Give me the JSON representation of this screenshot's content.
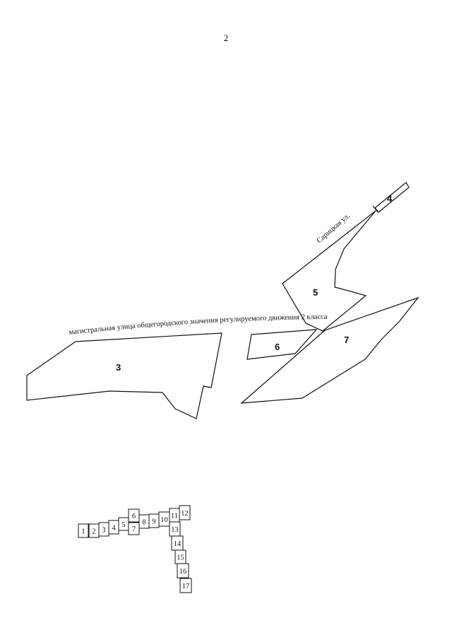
{
  "page_number": "2",
  "colors": {
    "ink": "#111111",
    "paper": "#ffffff"
  },
  "map": {
    "streets": [
      {
        "id": "main-street",
        "name": "магистральная улица общегородского значения регулируемого движения 2 класса"
      },
      {
        "id": "saritskaya",
        "name": "Сарицкая ул."
      }
    ],
    "parcels": [
      {
        "id": "3",
        "label": "3"
      },
      {
        "id": "4",
        "label": "4"
      },
      {
        "id": "5",
        "label": "5"
      },
      {
        "id": "6",
        "label": "6"
      },
      {
        "id": "7",
        "label": "7"
      }
    ]
  },
  "sheet_index": {
    "highlighted": "2",
    "sheets": [
      "1",
      "2",
      "3",
      "4",
      "5",
      "6",
      "7",
      "8",
      "9",
      "10",
      "11",
      "12",
      "13",
      "14",
      "15",
      "16",
      "17"
    ]
  }
}
